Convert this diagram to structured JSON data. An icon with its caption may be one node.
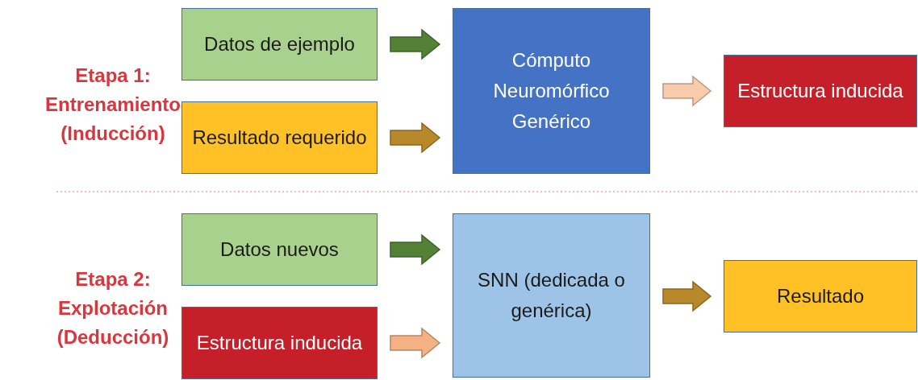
{
  "diagram": {
    "nodes": [
      {
        "text": [
          "Datos de ejemplo"
        ]
      },
      {
        "text": [
          "Resultado requerido"
        ]
      },
      {
        "text": [
          "Cómputo Neuromórfico Genérico"
        ]
      },
      {
        "text": [
          "Estructura inducida"
        ]
      },
      {
        "text": [
          "Datos nuevos"
        ]
      },
      {
        "text": [
          "Estructura inducida"
        ]
      },
      {
        "text": [
          "SNN (dedicada o genérica)"
        ]
      },
      {
        "text": [
          "Resultado"
        ]
      }
    ],
    "edges": [
      {
        "from": 0,
        "to": 2,
        "arrow": "to",
        "style": "thick",
        "color": "#538135"
      },
      {
        "from": 1,
        "to": 2,
        "arrow": "to",
        "style": "thick",
        "color": "#b8892a"
      },
      {
        "from": 2,
        "to": 3,
        "arrow": "to",
        "style": "thick",
        "color": "#f8cbad"
      },
      {
        "from": 4,
        "to": 6,
        "arrow": "to",
        "style": "thick",
        "color": "#538135"
      },
      {
        "from": 5,
        "to": 6,
        "arrow": "to",
        "style": "thick",
        "color": "#f4b183"
      },
      {
        "from": 6,
        "to": 7,
        "arrow": "to",
        "style": "thick",
        "color": "#b8892a"
      }
    ],
    "labels": [
      "Etapa 1: Entrenamiento (Inducción)",
      "Etapa 2: Explotación (Deducción)"
    ]
  }
}
